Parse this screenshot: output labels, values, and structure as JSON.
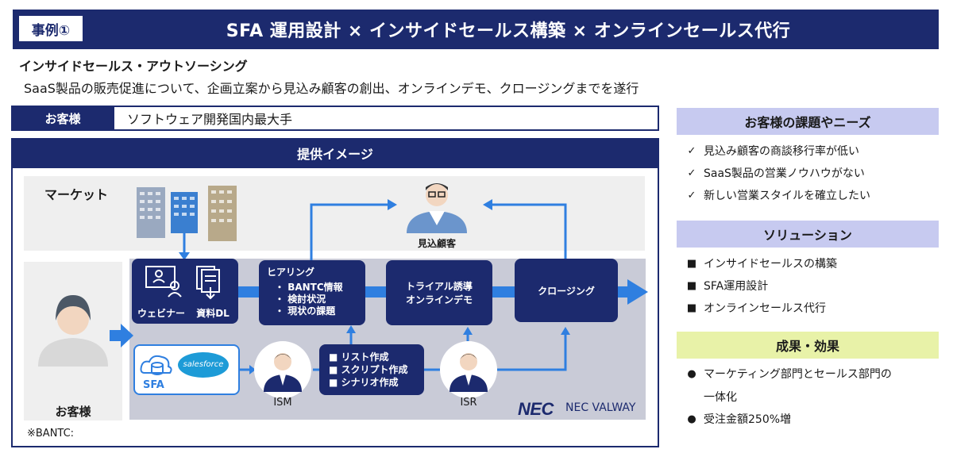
{
  "header": {
    "tag": "事例①",
    "title": "SFA 運用設計 × インサイドセールス構築 × オンラインセールス代行"
  },
  "service": {
    "name": "インサイドセールス・アウトソーシング",
    "description": "SaaS製品の販売促進について、企画立案から見込み顧客の創出、オンラインデモ、クロージングまでを遂行"
  },
  "customer": {
    "label": "お客様",
    "value": "ソフトウェア開発国内最大手"
  },
  "diagram": {
    "title": "提供イメージ",
    "market_label": "マーケット",
    "customer_label": "お客様",
    "prospect_label": "見込顧客",
    "webinar_label": "ウェビナー",
    "download_label": "資料DL",
    "hearing": {
      "title": "ヒアリング",
      "items": [
        "BANTC情報",
        "検討状況",
        "現状の課題"
      ]
    },
    "trial": {
      "line1": "トライアル誘導",
      "line2": "オンラインデモ"
    },
    "closing_label": "クロージング",
    "sfa_label": "SFA",
    "salesforce_label": "salesforce",
    "ism_label": "ISM",
    "isr_label": "ISR",
    "tasks": [
      "リスト作成",
      "スクリプト作成",
      "シナリオ作成"
    ],
    "nec_logo": "NEC",
    "nec_name": "NEC VALWAY",
    "footnote": "※BANTC:"
  },
  "right": {
    "needs": {
      "title": "お客様の課題やニーズ",
      "items": [
        "見込み顧客の商談移行率が低い",
        "SaaS製品の営業ノウハウがない",
        "新しい営業スタイルを確立したい"
      ]
    },
    "solution": {
      "title": "ソリューション",
      "items": [
        "インサイドセールスの構築",
        "SFA運用設計",
        "オンラインセールス代行"
      ]
    },
    "results": {
      "title": "成果・効果",
      "items": [
        "マーケティング部門とセールス部門の",
        "一体化",
        "受注金額250%増"
      ]
    }
  },
  "colors": {
    "navy": "#1c2a6e",
    "flow_blue": "#2f7fe0",
    "needs_bg": "#c7caf0",
    "solution_bg": "#c7caf0",
    "results_bg": "#e8f2a8"
  }
}
